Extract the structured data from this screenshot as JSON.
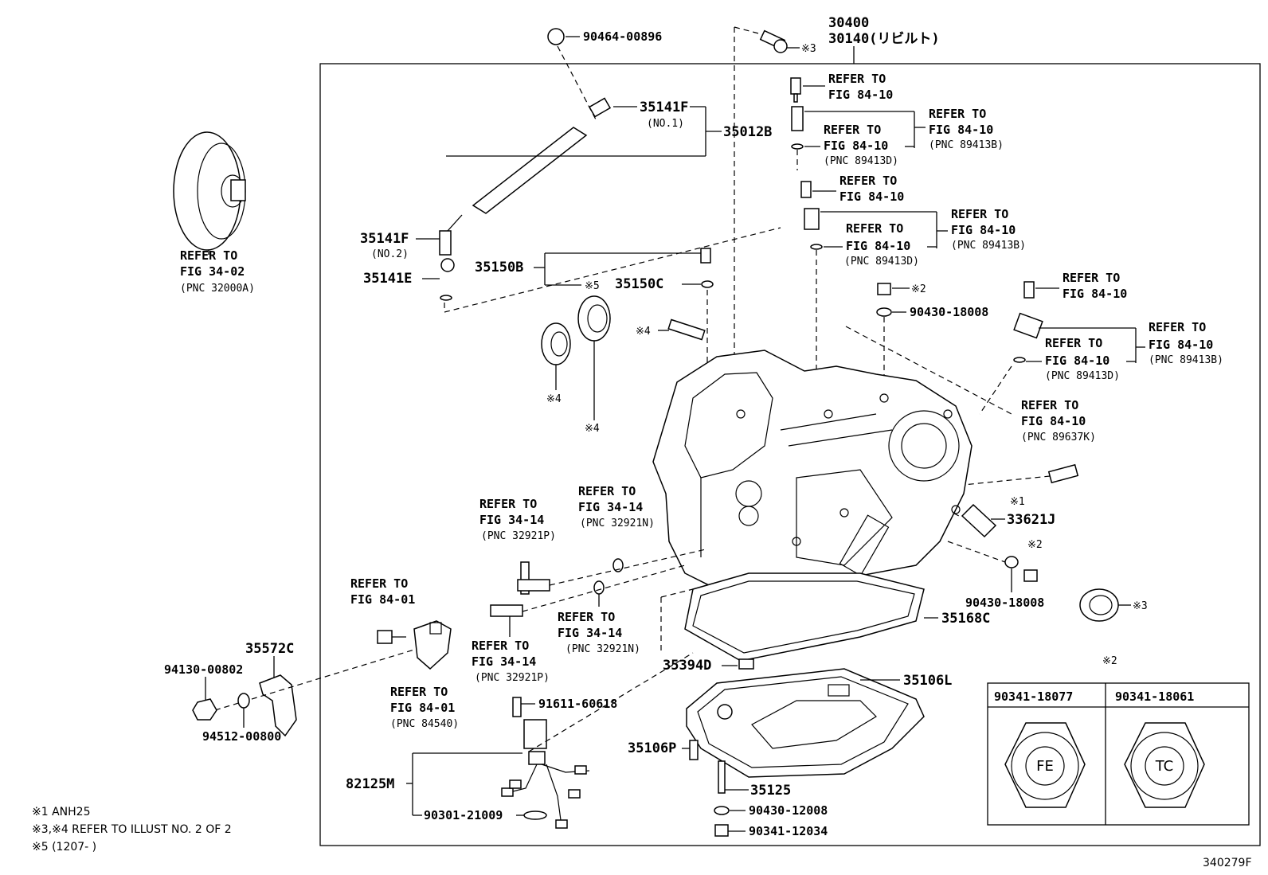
{
  "diagram": {
    "figure_code": "340279F",
    "main_assembly": [
      "30400",
      "30140(リビルト)"
    ],
    "refer_label": "REFER TO",
    "notes": [
      "※1 ANH25",
      "※3,※4 REFER TO ILLUST NO. 2 OF 2",
      "※5 (1207-        )"
    ],
    "refs": {
      "fig_34_02": "FIG 34-02",
      "fig_84_10": "FIG 84-10",
      "fig_34_14": "FIG 34-14",
      "fig_84_01": "FIG 84-01",
      "pnc_32000a": "(PNC 32000A)",
      "pnc_89413b": "(PNC 89413B)",
      "pnc_89413d": "(PNC 89413D)",
      "pnc_89637k": "(PNC 89637K)",
      "pnc_32921p": "(PNC 32921P)",
      "pnc_32921n": "(PNC 32921N)",
      "pnc_84540": "(PNC 84540)"
    },
    "parts": {
      "p90464": "90464-00896",
      "p35141f1": "35141F",
      "no1": "(NO.1)",
      "p35012b": "35012B",
      "p35141f2": "35141F",
      "no2": "(NO.2)",
      "p35141e": "35141E",
      "p35150b": "35150B",
      "p35150c": "35150C",
      "p90430_18008a": "90430-18008",
      "p90430_18008b": "90430-18008",
      "p33621j": "33621J",
      "p35168c": "35168C",
      "p35394d": "35394D",
      "p35106l": "35106L",
      "p91611": "91611-60618",
      "p35106p": "35106P",
      "p82125m": "82125M",
      "p35125": "35125",
      "p90430_12008": "90430-12008",
      "p90341_12034": "90341-12034",
      "p90301": "90301-21009",
      "p35572c": "35572C",
      "p94130": "94130-00802",
      "p94512": "94512-00800"
    },
    "marks": {
      "m1": "※1",
      "m2": "※2",
      "m3": "※3",
      "m4": "※4",
      "m5": "※5"
    },
    "plug_table": {
      "mark": "※2",
      "columns": [
        {
          "part": "90341-18077",
          "code": "FE"
        },
        {
          "part": "90341-18061",
          "code": "TC"
        }
      ]
    }
  }
}
